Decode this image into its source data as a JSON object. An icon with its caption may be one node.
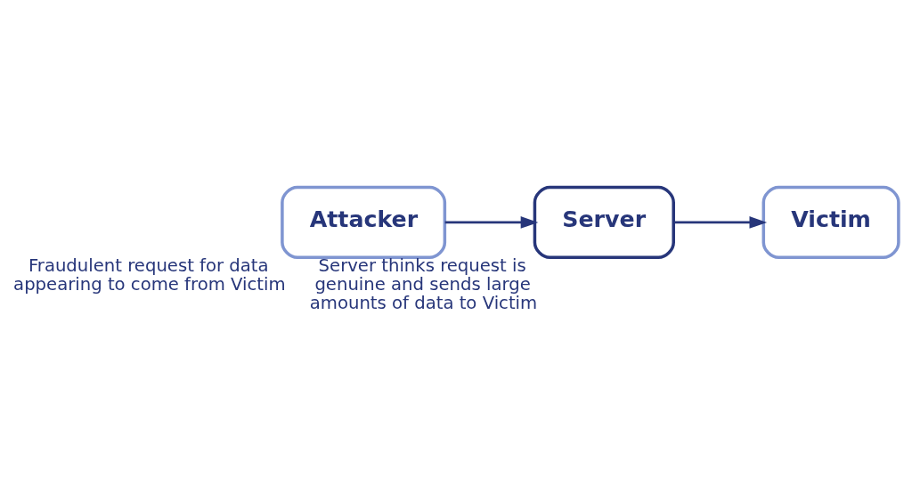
{
  "diagram": {
    "nodes": [
      {
        "text": [
          "Attacker"
        ],
        "beside": [
          "Fraudulent request for data appearing to come from Victim"
        ]
      },
      {
        "text": [
          "Server"
        ],
        "beside": [
          "Server thinks request is genuine and sends large amounts of data to Victim"
        ]
      },
      {
        "text": [
          "Victim"
        ]
      }
    ],
    "edges": [
      {
        "from": 0,
        "to": 1,
        "arrow": "to"
      },
      {
        "from": 1,
        "to": 2,
        "arrow": "to"
      }
    ]
  }
}
